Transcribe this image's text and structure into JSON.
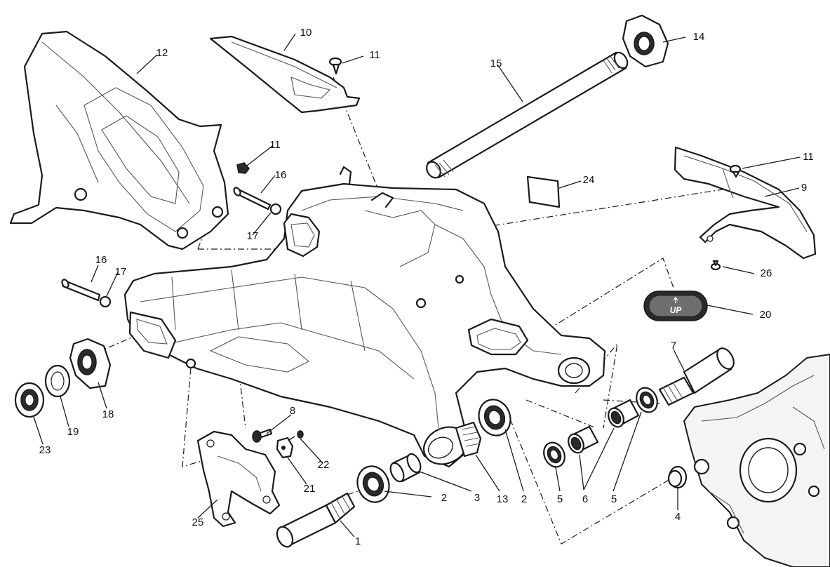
{
  "diagram": {
    "callouts": [
      {
        "id": "c1",
        "label": "1"
      },
      {
        "id": "c2a",
        "label": "2"
      },
      {
        "id": "c2b",
        "label": "2"
      },
      {
        "id": "c3",
        "label": "3"
      },
      {
        "id": "c4",
        "label": "4"
      },
      {
        "id": "c5a",
        "label": "5"
      },
      {
        "id": "c5b",
        "label": "5"
      },
      {
        "id": "c6",
        "label": "6"
      },
      {
        "id": "c7",
        "label": "7"
      },
      {
        "id": "c8",
        "label": "8"
      },
      {
        "id": "c9",
        "label": "9"
      },
      {
        "id": "c10",
        "label": "10"
      },
      {
        "id": "c11a",
        "label": "11"
      },
      {
        "id": "c11b",
        "label": "11"
      },
      {
        "id": "c11c",
        "label": "11"
      },
      {
        "id": "c12",
        "label": "12"
      },
      {
        "id": "c13",
        "label": "13"
      },
      {
        "id": "c14",
        "label": "14"
      },
      {
        "id": "c15",
        "label": "15"
      },
      {
        "id": "c16a",
        "label": "16"
      },
      {
        "id": "c16b",
        "label": "16"
      },
      {
        "id": "c17a",
        "label": "17"
      },
      {
        "id": "c17b",
        "label": "17"
      },
      {
        "id": "c18",
        "label": "18"
      },
      {
        "id": "c19",
        "label": "19"
      },
      {
        "id": "c20",
        "label": "20"
      },
      {
        "id": "c21",
        "label": "21"
      },
      {
        "id": "c22",
        "label": "22"
      },
      {
        "id": "c23",
        "label": "23"
      },
      {
        "id": "c24",
        "label": "24"
      },
      {
        "id": "c25",
        "label": "25"
      },
      {
        "id": "c26",
        "label": "26"
      }
    ],
    "plug_marking": "UP"
  }
}
